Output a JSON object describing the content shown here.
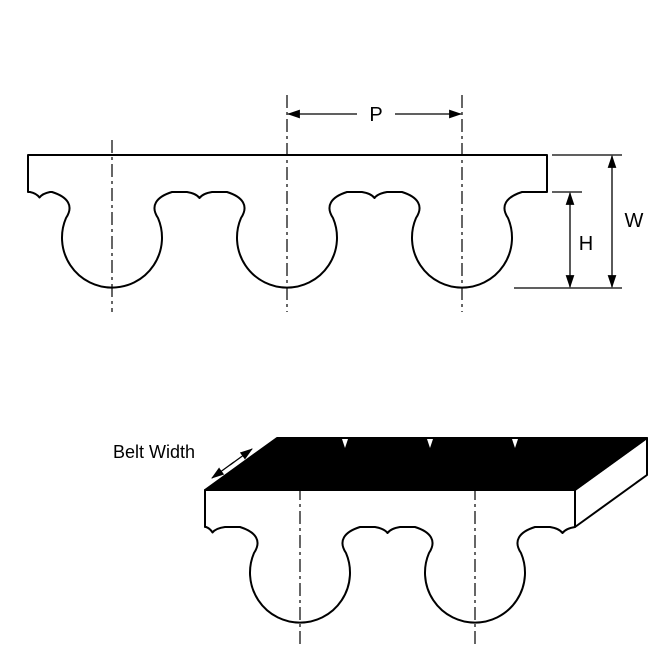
{
  "page": {
    "background": "#ffffff",
    "description": "Technical drawing of a curvilinear (HTD-style) timing belt: tooth profile cross-section with dimensions, plus isometric belt-width view"
  },
  "diagram": {
    "labels": {
      "pitch": "P",
      "overall_height": "W",
      "tooth_height": "H",
      "belt_width": "Belt Width"
    },
    "colors": {
      "line": "#000000",
      "belt_fill": "#ffffff",
      "top_face_fill": "#000000",
      "side_face_fill": "#ffffff"
    },
    "views": {
      "cross_section": {
        "teeth_visible": 3
      },
      "isometric": {
        "teeth_visible": 2
      }
    }
  }
}
